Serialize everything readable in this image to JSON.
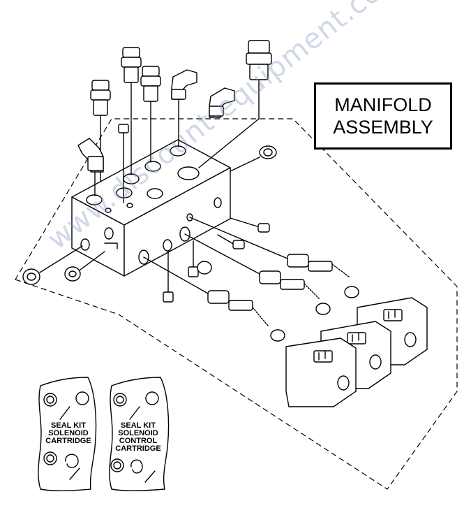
{
  "title": {
    "line1": "MANIFOLD",
    "line2": "ASSEMBLY"
  },
  "watermark": "www.discount-equipment.com",
  "seal_kits": [
    {
      "line1": "SEAL KIT",
      "line2": "SOLENOID",
      "line3": "CARTRIDGE"
    },
    {
      "line1": "SEAL KIT",
      "line2": "SOLENOID",
      "line3": "CONTROL",
      "line4": "CARTRIDGE"
    }
  ]
}
